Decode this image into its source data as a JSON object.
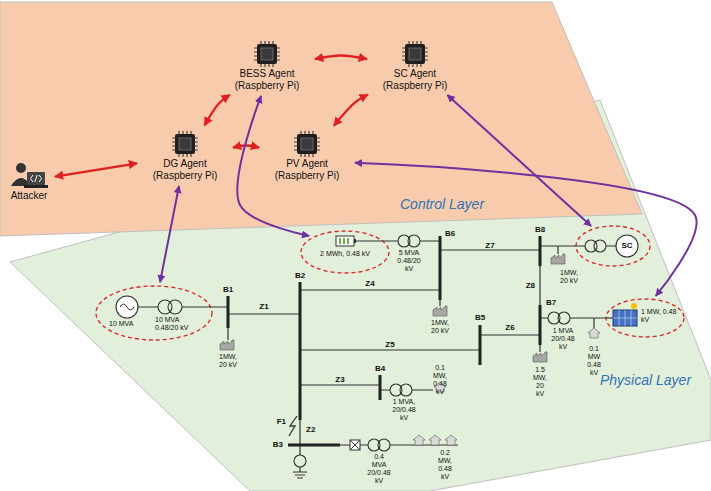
{
  "diagram": {
    "nodes": [
      {
        "text": [
          "Control Layer"
        ]
      },
      {
        "text": [
          "DG Agent (Raspberry Pi)"
        ],
        "in": 0
      },
      {
        "text": [
          "BESS Agent (Raspberry Pi)"
        ],
        "in": 0
      },
      {
        "text": [
          "SC Agent (Raspberry Pi)"
        ],
        "in": 0
      },
      {
        "text": [
          "PV Agent (Raspberry Pi)"
        ],
        "in": 0
      },
      {
        "text": [
          "Attacker"
        ],
        "in": 0
      },
      {
        "text": [
          "Physical Layer"
        ]
      },
      {
        "text": [
          "10 MVA",
          "10 MVA 0.48/20 kV"
        ],
        "in": 6
      },
      {
        "text": [
          "2 MWh, 0.48 kV"
        ],
        "in": 6
      },
      {
        "text": [
          "SC"
        ],
        "in": 6
      },
      {
        "text": [
          "1 MW, 0.48 kV"
        ],
        "in": 6
      }
    ],
    "edges": [
      {
        "from": 1,
        "to": 2,
        "arrow": "both"
      },
      {
        "from": 2,
        "to": 3,
        "arrow": "both"
      },
      {
        "from": 3,
        "to": 4,
        "arrow": "both"
      },
      {
        "from": 4,
        "to": 1,
        "arrow": "both"
      },
      {
        "from": 5,
        "to": 1,
        "arrow": "both"
      },
      {
        "from": 1,
        "to": 7,
        "arrow": "both"
      },
      {
        "from": 2,
        "to": 8,
        "arrow": "both"
      },
      {
        "from": 3,
        "to": 9,
        "arrow": "both"
      },
      {
        "from": 4,
        "to": 10,
        "arrow": "both"
      }
    ],
    "labels": [
      "B1",
      "Z1",
      "1MW, 20 kV",
      "B2",
      "Z4",
      "B6",
      "5 MVA 0.48/20 kV",
      "1MW, 20 kV",
      "Z7",
      "B8",
      "1MW, 20 kV",
      "Z8",
      "B7",
      "Z6",
      "1.5 MW, 20 kV",
      "1 MVA 20/0.48 kV",
      "0.1 MW 0.48 kV",
      "B5",
      "Z5",
      "Z3",
      "B4",
      "1 MVA, 20/0.48 kV",
      "0.1 MW, 0.48 kV",
      "F1",
      "B3",
      "Z2",
      "0.4 MVA 20/0.48 kV",
      "0.2 MW, 0.48 kV"
    ]
  }
}
